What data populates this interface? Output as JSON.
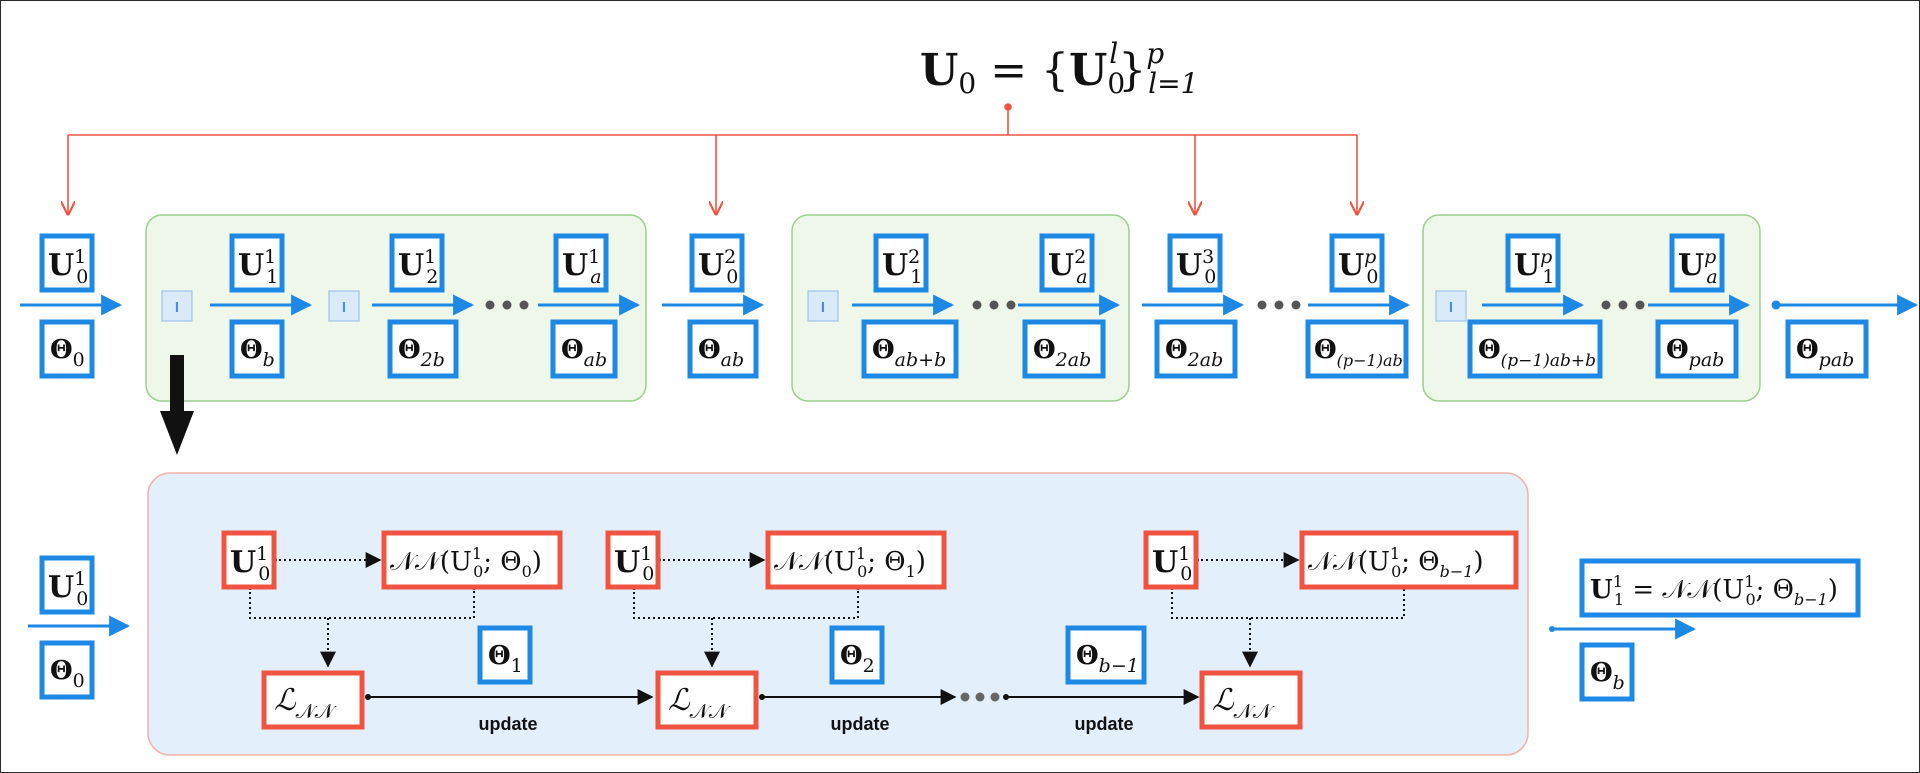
{
  "header": {
    "u0_base": "U",
    "u0_sub": "0",
    "u0_eq": " = {",
    "u0_set_base": "U",
    "u0_set_sub": "0",
    "u0_set_sup": "l",
    "u0_close": "}",
    "u0_range_sup": "p",
    "u0_range_sub": "l=1"
  },
  "identity_label": "I",
  "ellipsis": "•••",
  "top_row": {
    "u": [
      {
        "base": "U",
        "sup": "1",
        "sub": "0"
      },
      {
        "base": "U",
        "sup": "1",
        "sub": "1"
      },
      {
        "base": "U",
        "sup": "1",
        "sub": "2"
      },
      {
        "base": "U",
        "sup": "1",
        "sub": "a"
      },
      {
        "base": "U",
        "sup": "2",
        "sub": "0"
      },
      {
        "base": "U",
        "sup": "2",
        "sub": "1"
      },
      {
        "base": "U",
        "sup": "2",
        "sub": "a"
      },
      {
        "base": "U",
        "sup": "3",
        "sub": "0"
      },
      {
        "base": "U",
        "sup": "p",
        "sub": "0"
      },
      {
        "base": "U",
        "sup": "p",
        "sub": "1"
      },
      {
        "base": "U",
        "sup": "p",
        "sub": "a"
      }
    ],
    "theta": [
      {
        "base": "Θ",
        "sub": "0"
      },
      {
        "base": "Θ",
        "sub": "b"
      },
      {
        "base": "Θ",
        "sub": "2b"
      },
      {
        "base": "Θ",
        "sub": "ab"
      },
      {
        "base": "Θ",
        "sub": "ab"
      },
      {
        "base": "Θ",
        "sub": "ab+b"
      },
      {
        "base": "Θ",
        "sub": "2ab"
      },
      {
        "base": "Θ",
        "sub": "2ab"
      },
      {
        "base": "Θ",
        "sub": "(p−1)ab"
      },
      {
        "base": "Θ",
        "sub": "(p−1)ab+b"
      },
      {
        "base": "Θ",
        "sub": "pab"
      },
      {
        "base": "Θ",
        "sub": "pab"
      }
    ]
  },
  "bottom_row": {
    "left_u": {
      "base": "U",
      "sup": "1",
      "sub": "0"
    },
    "left_theta": {
      "base": "Θ",
      "sub": "0"
    },
    "stages": [
      {
        "u": {
          "base": "U",
          "sup": "1",
          "sub": "0"
        },
        "nn": {
          "pre": "𝒩𝒩(U",
          "sup": "1",
          "sub": "0",
          "post": "; Θ",
          "theta_sub": "0",
          "close": ")"
        },
        "loss": {
          "base": "ℒ",
          "sub": "𝒩𝒩"
        }
      },
      {
        "u": {
          "base": "U",
          "sup": "1",
          "sub": "0"
        },
        "nn": {
          "pre": "𝒩𝒩(U",
          "sup": "1",
          "sub": "0",
          "post": "; Θ",
          "theta_sub": "1",
          "close": ")"
        },
        "loss": {
          "base": "ℒ",
          "sub": "𝒩𝒩"
        }
      },
      {
        "u": {
          "base": "U",
          "sup": "1",
          "sub": "0"
        },
        "nn": {
          "pre": "𝒩𝒩(U",
          "sup": "1",
          "sub": "0",
          "post": "; Θ",
          "theta_sub": "b−1",
          "close": ")"
        },
        "loss": {
          "base": "ℒ",
          "sub": "𝒩𝒩"
        }
      }
    ],
    "mid_thetas": [
      {
        "base": "Θ",
        "sub": "1"
      },
      {
        "base": "Θ",
        "sub": "2"
      },
      {
        "base": "Θ",
        "sub": "b−1"
      }
    ],
    "update_label": "update",
    "result": {
      "pre": "U",
      "pre_sup": "1",
      "pre_sub": "1",
      "eq": " = 𝒩𝒩(U",
      "sup": "1",
      "sub": "0",
      "post": "; Θ",
      "theta_sub": "b−1",
      "close": ")"
    },
    "result_theta": {
      "base": "Θ",
      "sub": "b"
    }
  },
  "colors": {
    "blue": "#1e88e5",
    "red": "#f05440",
    "green_fill": "#eef7ea",
    "green_border": "#9ccf8e",
    "panel_fill": "#e3effb",
    "panel_border": "#f3b2a8"
  }
}
